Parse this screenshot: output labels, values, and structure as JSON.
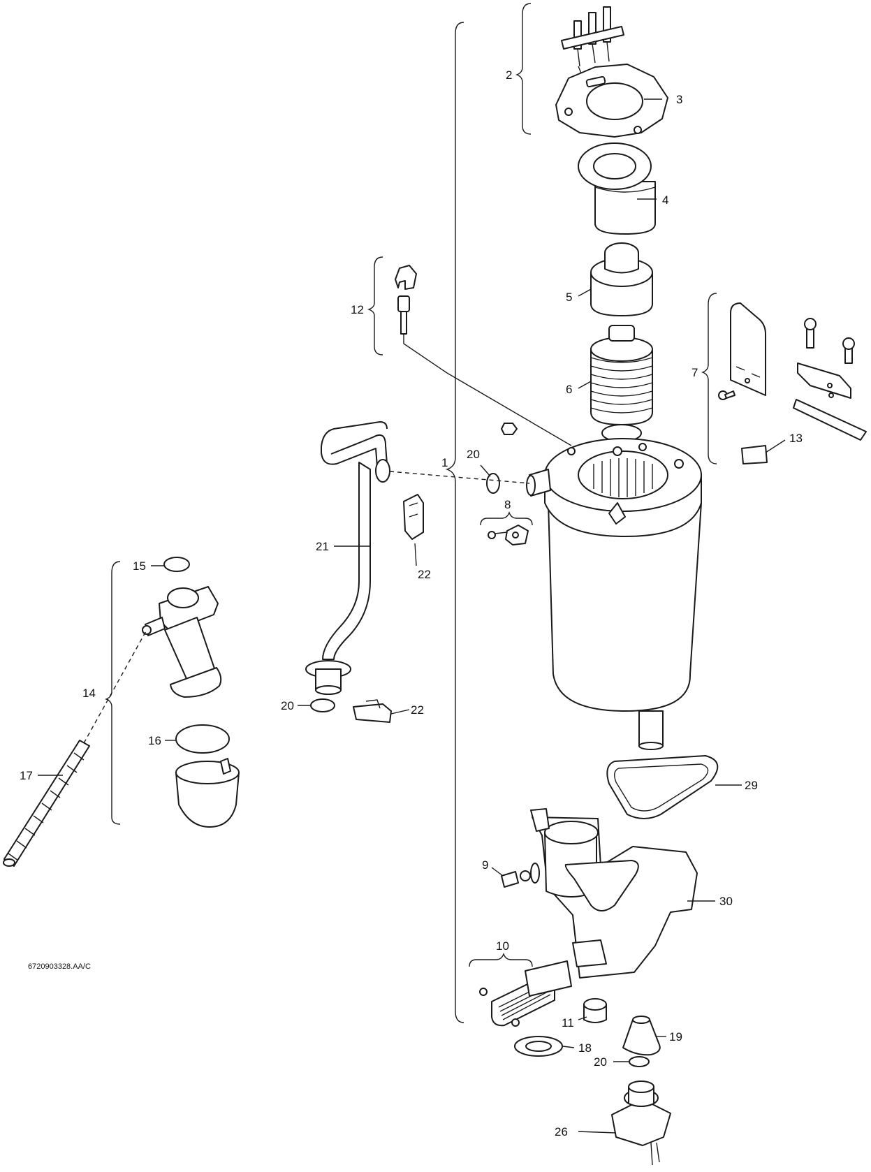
{
  "document_ref": "6720903328.AA/C",
  "callouts": {
    "c1": "1",
    "c2": "2",
    "c3": "3",
    "c4": "4",
    "c5": "5",
    "c6": "6",
    "c7": "7",
    "c8": "8",
    "c9": "9",
    "c10": "10",
    "c11": "11",
    "c12": "12",
    "c13": "13",
    "c14": "14",
    "c15": "15",
    "c16": "16",
    "c17": "17",
    "c18": "18",
    "c19": "19",
    "c20a": "20",
    "c20b": "20",
    "c20c": "20",
    "c21": "21",
    "c22a": "22",
    "c22b": "22",
    "c26": "26",
    "c29": "29",
    "c30": "30"
  }
}
